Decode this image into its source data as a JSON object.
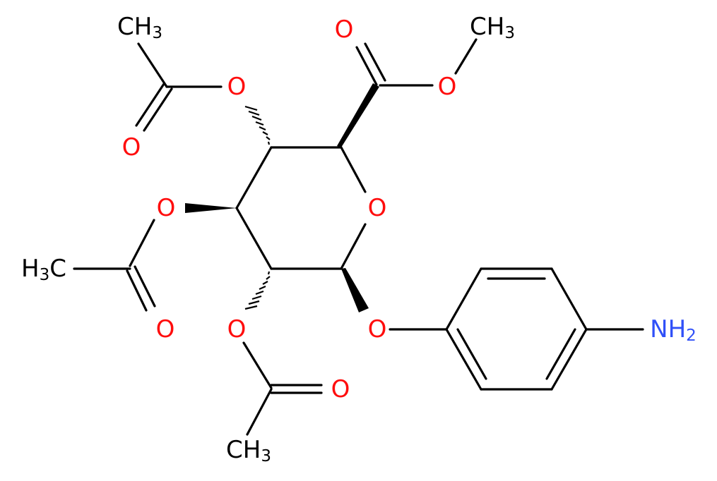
{
  "molecule": {
    "colors": {
      "oxygen": "#ff0d0d",
      "nitrogen": "#3050f8",
      "carbon": "#000000",
      "bond": "#000000"
    },
    "labels": {
      "o_ring": "O",
      "o_glyco": "O",
      "o_c2": "O",
      "o_c3": "O",
      "o_c4": "O",
      "o_carbonyl_top": "O",
      "o_ester": "O",
      "o_ac4": "O",
      "o_ac3": "O",
      "o_ac2": "O",
      "ch3_ester_base": "CH",
      "ch3_ester_sub": "3",
      "ch3_ac4_base": "CH",
      "ch3_ac4_sub": "3",
      "ch3_ac3_pre": "H",
      "ch3_ac3_sub": "3",
      "ch3_ac3_post": "C",
      "ch3_ac2_base": "CH",
      "ch3_ac2_sub": "3",
      "nh2_base": "NH",
      "nh2_sub": "2"
    }
  }
}
